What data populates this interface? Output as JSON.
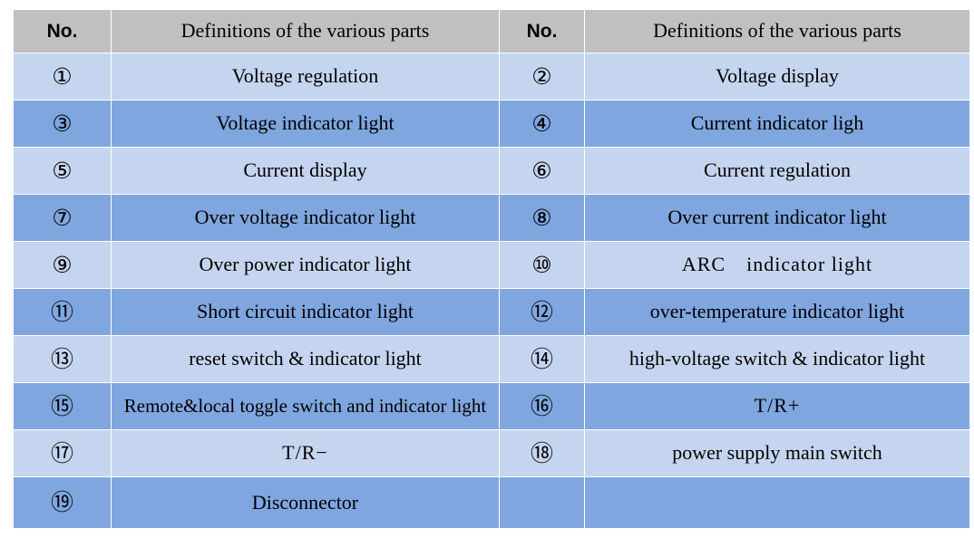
{
  "table": {
    "headers": {
      "no": "No.",
      "definition": "Definitions of the various parts",
      "no_right": "No.",
      "definition_right": "Definitions of the various parts"
    },
    "colors": {
      "header_background": "#c0c0c0",
      "row_light": "#c5d5ef",
      "row_dark": "#7fa6df",
      "grid_line": "#ffffff",
      "text": "#000000",
      "page_background": "#ffffff"
    },
    "rows": [
      {
        "left_no": "①",
        "left_def": "Voltage regulation",
        "right_no": "②",
        "right_def": "Voltage display",
        "shade": "light"
      },
      {
        "left_no": "③",
        "left_def": "Voltage indicator light",
        "right_no": "④",
        "right_def": "Current indicator ligh",
        "shade": "dark"
      },
      {
        "left_no": "⑤",
        "left_def": "Current display",
        "right_no": "⑥",
        "right_def": "Current regulation",
        "shade": "light"
      },
      {
        "left_no": "⑦",
        "left_def": "Over voltage indicator light",
        "right_no": "⑧",
        "right_def": "Over current indicator light",
        "shade": "dark"
      },
      {
        "left_no": "⑨",
        "left_def": "Over power indicator light",
        "right_no": "⑩",
        "right_def": "ARC　indicator light",
        "shade": "light"
      },
      {
        "left_no": "⑪",
        "left_def": "Short circuit indicator light",
        "right_no": "⑫",
        "right_def": "over-temperature indicator light",
        "shade": "dark"
      },
      {
        "left_no": "⑬",
        "left_def": "reset switch & indicator light",
        "right_no": "⑭",
        "right_def": "high-voltage switch & indicator light",
        "shade": "light"
      },
      {
        "left_no": "⑮",
        "left_def": "Remote&local toggle switch and indicator light",
        "right_no": "⑯",
        "right_def": "T/R+",
        "shade": "dark"
      },
      {
        "left_no": "⑰",
        "left_def": "T/R−",
        "right_no": "⑱",
        "right_def": "power supply main switch",
        "shade": "light"
      },
      {
        "left_no": "⑲",
        "left_def": "Disconnector",
        "right_no": "",
        "right_def": "",
        "shade": "dark"
      }
    ]
  }
}
